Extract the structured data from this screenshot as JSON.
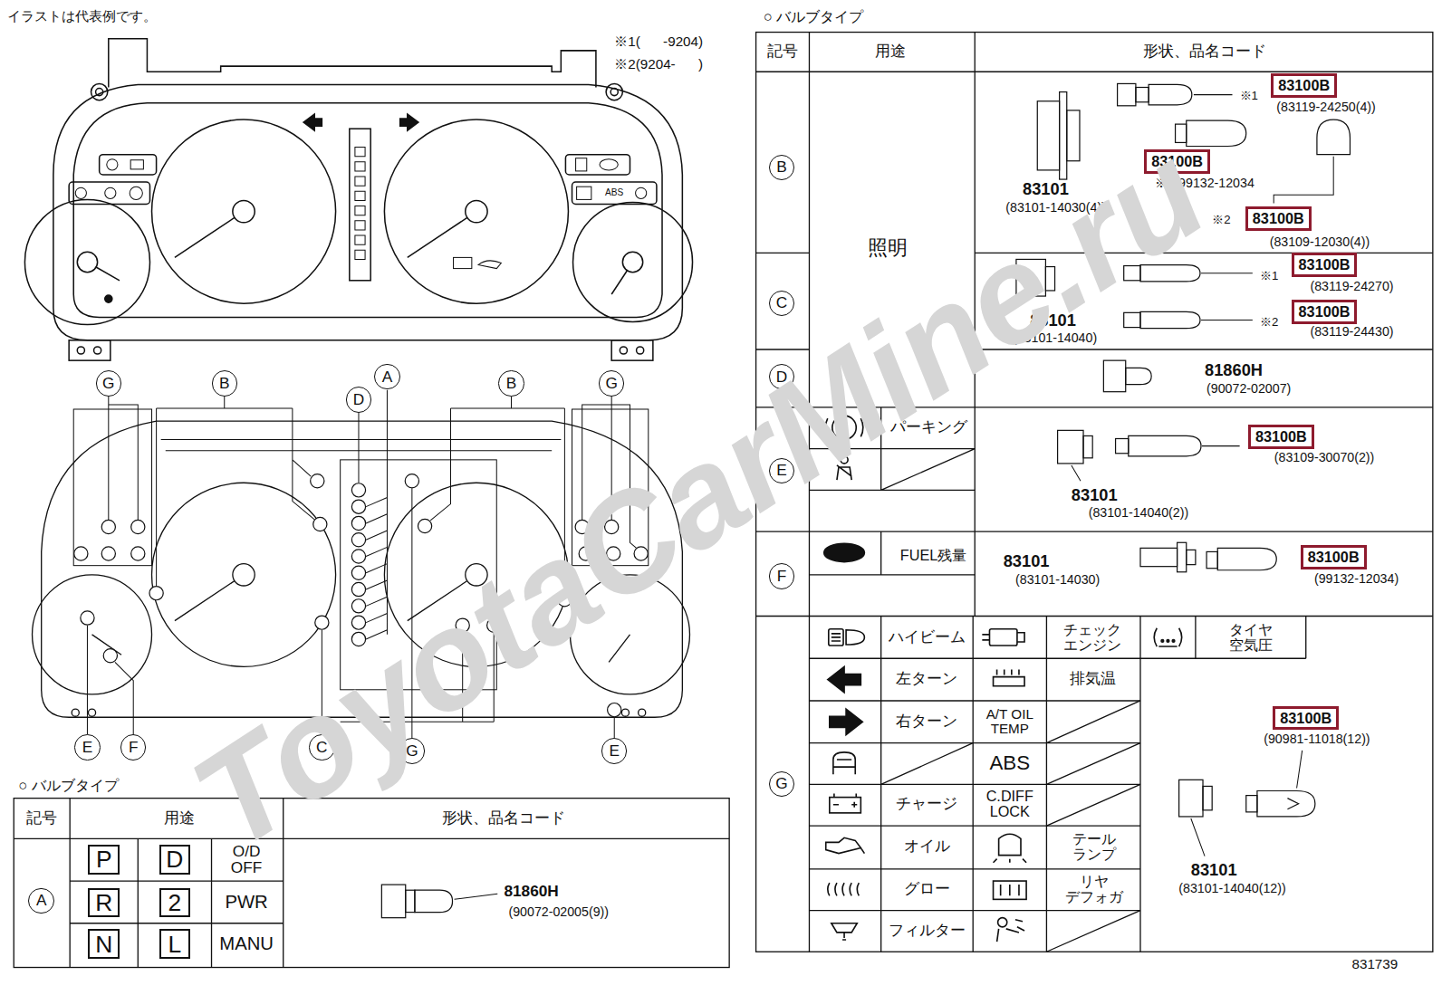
{
  "diagram": {
    "nodes": [
      {
        "text": [
          "G"
        ]
      },
      {
        "text": [
          "B"
        ]
      },
      {
        "text": [
          "D"
        ]
      },
      {
        "text": [
          "A"
        ]
      },
      {
        "text": [
          "B"
        ]
      },
      {
        "text": [
          "G"
        ]
      },
      {
        "text": [
          "E"
        ]
      },
      {
        "text": [
          "F"
        ]
      },
      {
        "text": [
          "C"
        ]
      },
      {
        "text": [
          "G"
        ]
      },
      {
        "text": [
          "E"
        ]
      },
      {
        "text": [
          "A"
        ]
      },
      {
        "text": [
          "P"
        ]
      },
      {
        "text": [
          "D"
        ]
      },
      {
        "text": [
          "R"
        ]
      },
      {
        "text": [
          "2"
        ]
      },
      {
        "text": [
          "N"
        ]
      },
      {
        "text": [
          "L"
        ]
      },
      {
        "text": [
          "B"
        ]
      },
      {
        "text": [
          "C"
        ]
      },
      {
        "text": [
          "D"
        ]
      },
      {
        "text": [
          "E"
        ]
      },
      {
        "text": [
          "F"
        ]
      },
      {
        "text": [
          "G"
        ]
      },
      {
        "text": [
          "83100B"
        ]
      },
      {
        "text": [
          "83100B"
        ]
      },
      {
        "text": [
          "83100B"
        ]
      },
      {
        "text": [
          "83100B"
        ]
      },
      {
        "text": [
          "83100B"
        ]
      },
      {
        "text": [
          "83100B"
        ]
      },
      {
        "text": [
          "83100B"
        ]
      },
      {
        "text": [
          "83100B"
        ]
      }
    ],
    "labels": [
      "イラストは代表例です。",
      "※1(      -9204)",
      "※2(9204-      )",
      "ABS",
      "○ バルブタイプ",
      "記号",
      "用途",
      "形状、品名コード",
      "O/D OFF",
      "PWR",
      "MANU",
      "81860H",
      "(90072-02005(9))",
      "○ バルブタイプ",
      "記号",
      "用途",
      "形状、品名コード",
      "照明",
      "※1",
      "(83119-24250(4))",
      "83101",
      "(83101-14030(4))",
      "※2 99132-12034",
      "※2",
      "(83109-12030(4))",
      "※1",
      "(83119-24270)",
      "83101",
      "(83101-14040)",
      "※2",
      "(83119-24430)",
      "81860H",
      "(90072-02007)",
      "パーキング",
      "(83109-30070(2))",
      "83101",
      "(83101-14040(2))",
      "FUEL残量",
      "83101",
      "(83101-14030)",
      "(99132-12034)",
      "ハイビーム",
      "チェック エンジン",
      "タイヤ 空気圧",
      "左ターン",
      "排気温",
      "右ターン",
      "A/T OIL TEMP",
      "ABS",
      "チャージ",
      "C.DIFF LOCK",
      "オイル",
      "テール ランプ",
      "グロー",
      "リヤ デフォガ",
      "フィルター",
      "(90981-11018(12))",
      "83101",
      "(83101-14040(12))",
      "831739",
      "ToyotaCarMine.ru"
    ]
  }
}
